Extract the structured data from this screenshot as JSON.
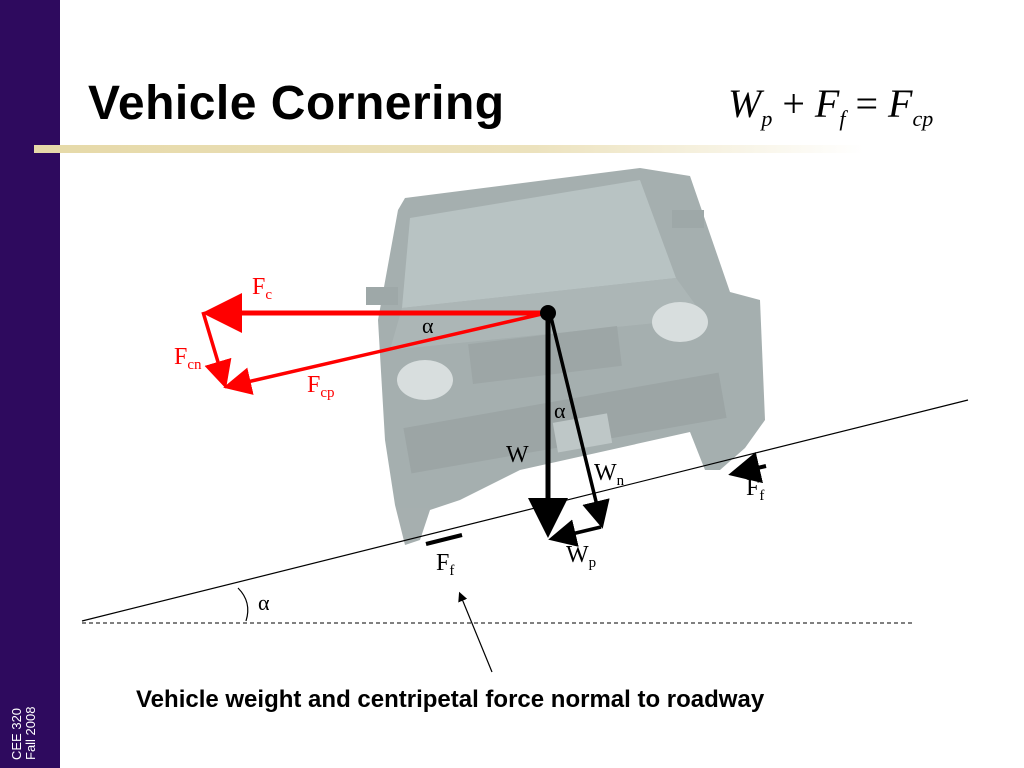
{
  "sidebar": {
    "line1": "CEE 320",
    "line2": "Fall 2008"
  },
  "title": "Vehicle Cornering",
  "formula": {
    "w": "W",
    "w_sub": "p",
    "plus": "+",
    "f": "F",
    "f_sub": "f",
    "eq": "=",
    "fc": "F",
    "fc_sub": "cp"
  },
  "diagram": {
    "fc": {
      "main": "F",
      "sub": "c"
    },
    "fcn": {
      "main": "F",
      "sub": "cn"
    },
    "fcp": {
      "main": "F",
      "sub": "cp"
    },
    "alpha": "α",
    "w": "W",
    "wn": {
      "main": "W",
      "sub": "n"
    },
    "wp": {
      "main": "W",
      "sub": "p"
    },
    "ff": {
      "main": "F",
      "sub": "f"
    }
  },
  "caption": "Vehicle weight and centripetal force normal to roadway",
  "colors": {
    "sidebar": "#2e0a5e",
    "force_red": "#ff0000",
    "rule": "#e6d9a8"
  }
}
